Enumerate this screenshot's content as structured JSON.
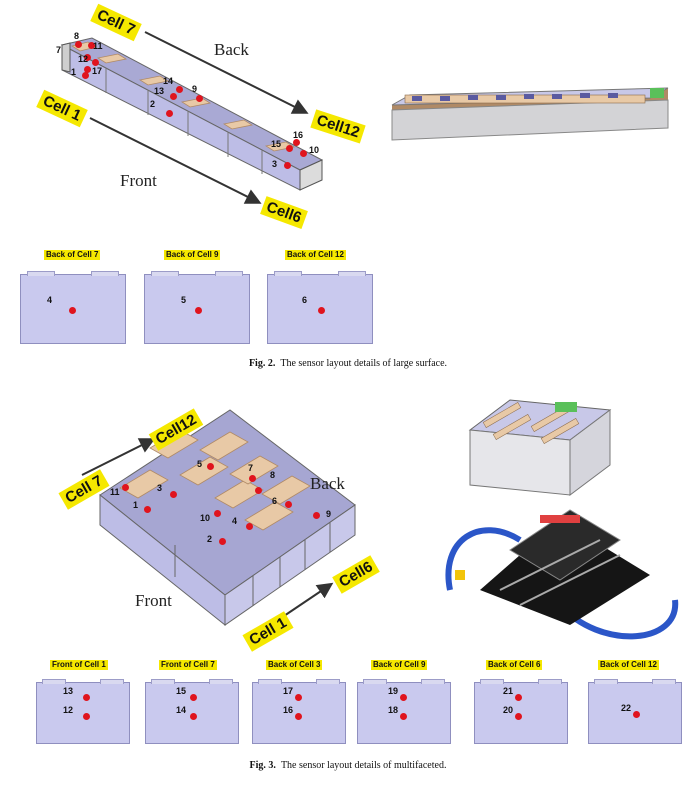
{
  "fig2": {
    "labels": {
      "cell7": "Cell 7",
      "cell12": "Cell12",
      "cell1": "Cell 1",
      "cell6": "Cell6",
      "back": "Back",
      "front": "Front"
    },
    "sensor_numbers": [
      "8",
      "7",
      "11",
      "12",
      "17",
      "1",
      "14",
      "13",
      "9",
      "2",
      "16",
      "15",
      "10",
      "3"
    ],
    "panels": [
      {
        "title": "Back of Cell 7",
        "num": "4"
      },
      {
        "title": "Back of Cell 9",
        "num": "5"
      },
      {
        "title": "Back of Cell 12",
        "num": "6"
      }
    ],
    "caption_label": "Fig. 2.",
    "caption_text": "The sensor layout details of large surface."
  },
  "fig3": {
    "labels": {
      "cell12": "Cell12",
      "cell7": "Cell 7",
      "cell1": "Cell 1",
      "cell6": "Cell6",
      "back": "Back",
      "front": "Front"
    },
    "sensor_numbers": [
      "5",
      "7",
      "8",
      "11",
      "3",
      "6",
      "1",
      "10",
      "4",
      "9",
      "2"
    ],
    "panels": [
      {
        "title": "Front of Cell 1",
        "top": "13",
        "bottom": "12"
      },
      {
        "title": "Front of Cell 7",
        "top": "15",
        "bottom": "14"
      },
      {
        "title": "Back of Cell 3",
        "top": "17",
        "bottom": "16"
      },
      {
        "title": "Back of Cell 9",
        "top": "19",
        "bottom": "18"
      },
      {
        "title": "Back of Cell 6",
        "top": "21",
        "bottom": "20"
      },
      {
        "title": "Back of Cell 12",
        "top": "",
        "bottom": "22"
      }
    ],
    "caption_label": "Fig. 3.",
    "caption_text": "The sensor layout details of multifaceted."
  }
}
